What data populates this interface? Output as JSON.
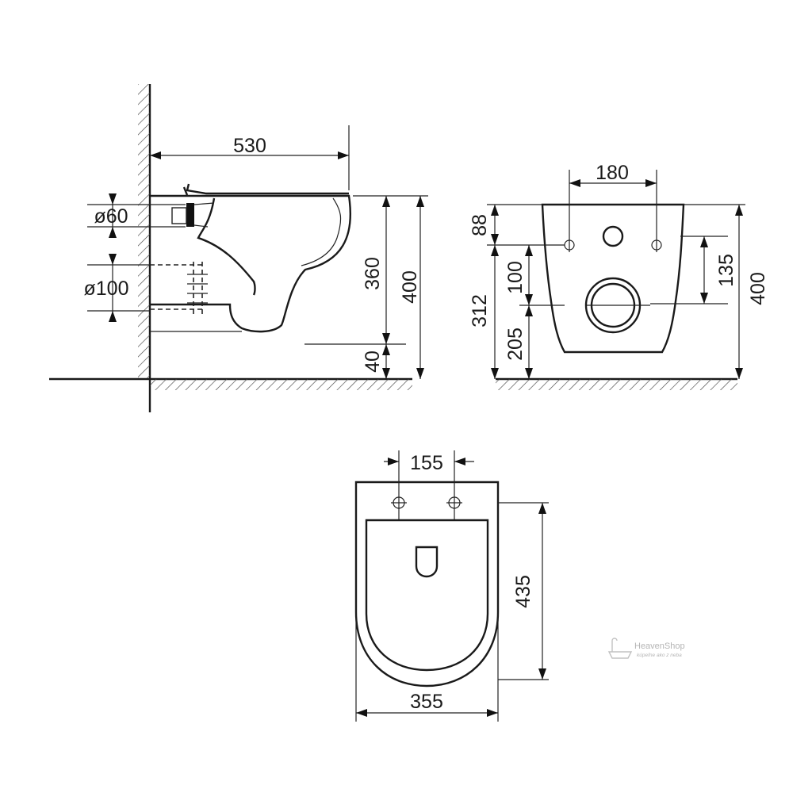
{
  "side_view": {
    "dim_depth": "530",
    "dim_inlet": "ø60",
    "dim_outlet": "ø100",
    "dim_outlet_height": "360",
    "dim_total_height": "400",
    "dim_floor_gap": "40"
  },
  "back_view": {
    "dim_bolt_spacing": "180",
    "dim_top_to_bolts": "88",
    "dim_bolts_to_outlet": "100",
    "dim_outlet_from_floor": "205",
    "dim_bolts_from_floor": "312",
    "dim_bolt_to_outlet_right": "135",
    "dim_total_height": "400"
  },
  "top_view": {
    "dim_seat_bolt_spacing": "155",
    "dim_length": "435",
    "dim_width": "355"
  },
  "watermark": {
    "brand": "HeavenShop",
    "tagline": "kúpeľne ako z neba"
  },
  "icons": {
    "watermark_logo": "bathtub-icon"
  }
}
